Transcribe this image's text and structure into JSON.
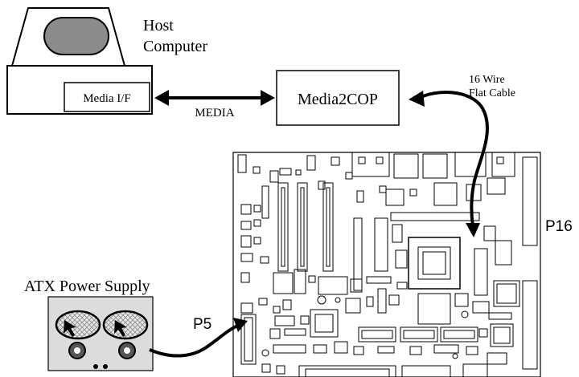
{
  "labels": {
    "host_line1": "Host",
    "host_line2": "Computer",
    "media_if": "Media I/F",
    "media_link": "MEDIA",
    "media2cop": "Media2COP",
    "cable_line1": "16 Wire",
    "cable_line2": "Flat Cable",
    "p16": "P16",
    "atx": "ATX Power Supply",
    "p5": "P5"
  },
  "colors": {
    "line": "#000000",
    "screen_fill": "#8c8c8c",
    "psu_fill": "#dcdcdc",
    "hatch": "#9a9a9a"
  }
}
